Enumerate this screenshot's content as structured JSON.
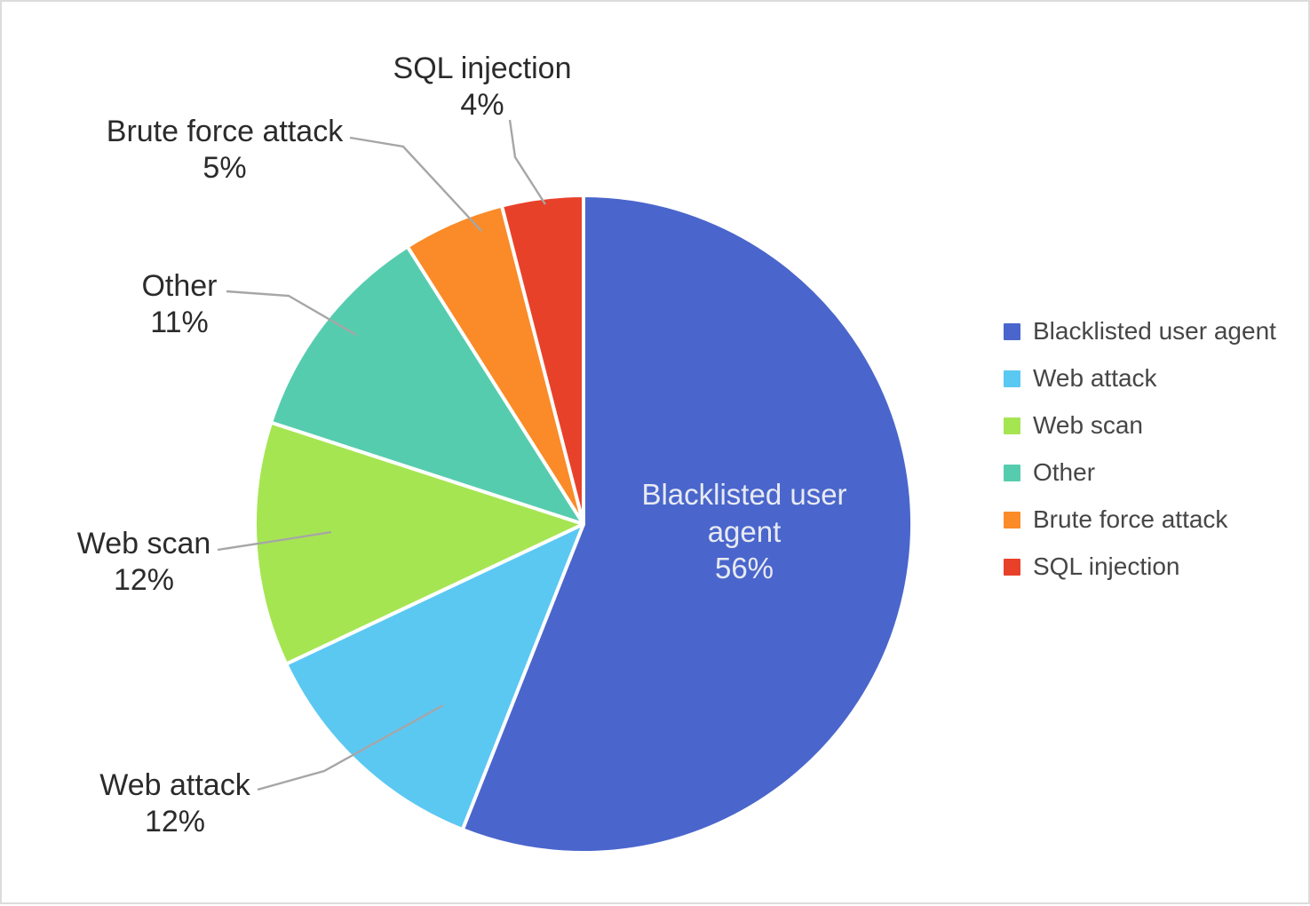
{
  "chart_data": {
    "type": "pie",
    "title": "",
    "categories": [
      "Blacklisted user agent",
      "Web attack",
      "Web scan",
      "Other",
      "Brute force attack",
      "SQL injection"
    ],
    "values": [
      56,
      12,
      12,
      11,
      5,
      4
    ],
    "value_labels": [
      "56%",
      "12%",
      "12%",
      "11%",
      "5%",
      "4%"
    ],
    "unit": "%",
    "colors": [
      "#4a66cc",
      "#5bc8f2",
      "#a6e552",
      "#56ccae",
      "#fa8b28",
      "#e8412a"
    ],
    "slice_border_color": "#ffffff",
    "start_angle_deg": 0,
    "direction": "clockwise",
    "legend": {
      "position": "right",
      "entries": [
        {
          "label": "Blacklisted user agent",
          "color": "#4a66cc"
        },
        {
          "label": "Web attack",
          "color": "#5bc8f2"
        },
        {
          "label": "Web scan",
          "color": "#a6e552"
        },
        {
          "label": "Other",
          "color": "#56ccae"
        },
        {
          "label": "Brute force attack",
          "color": "#fa8b28"
        },
        {
          "label": "SQL injection",
          "color": "#e8412a"
        }
      ]
    },
    "inner_label": {
      "category": "Blacklisted user agent",
      "value_label": "56%",
      "text_color": "#e8eaf2"
    },
    "callouts": [
      {
        "category": "Web attack",
        "value_label": "12%"
      },
      {
        "category": "Web scan",
        "value_label": "12%"
      },
      {
        "category": "Other",
        "value_label": "11%"
      },
      {
        "category": "Brute force attack",
        "value_label": "5%"
      },
      {
        "category": "SQL injection",
        "value_label": "4%"
      }
    ],
    "leader_line_color": "#a6a6a6",
    "background_color": "#ffffff",
    "border_color": "#dcdcdc"
  }
}
